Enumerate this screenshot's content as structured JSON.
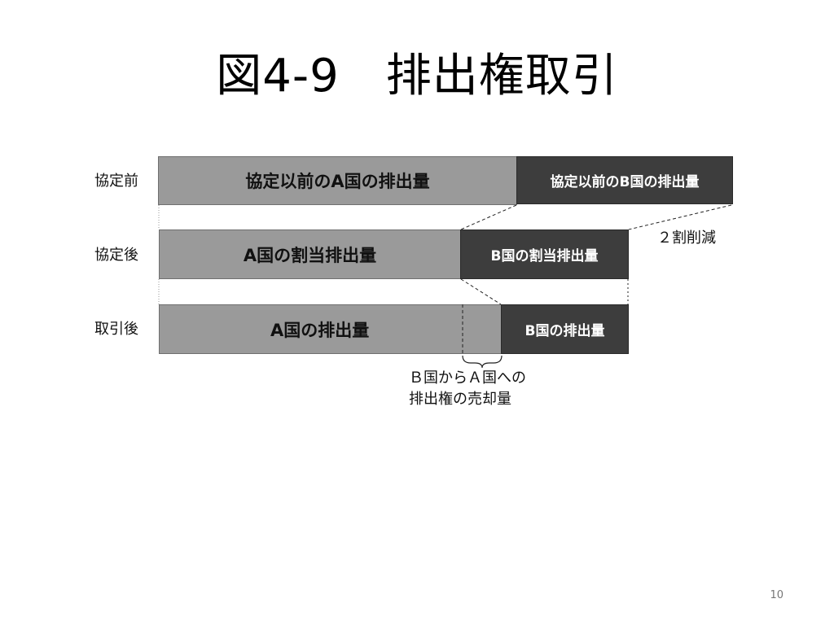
{
  "title": "図4-9　排出権取引",
  "rows": {
    "before": {
      "label": "協定前",
      "a_bar": "協定以前のA国の排出量",
      "b_bar": "協定以前のB国の排出量"
    },
    "after": {
      "label": "協定後",
      "a_bar": "A国の割当排出量",
      "b_bar": "B国の割当排出量"
    },
    "trade": {
      "label": "取引後",
      "a_bar": "A国の排出量",
      "b_bar": "B国の排出量"
    }
  },
  "annotations": {
    "reduction": "２割削減",
    "sale_line1": "Ｂ国からＡ国への",
    "sale_line2": "排出権の売却量"
  },
  "page_number": "10",
  "colors": {
    "country_a": "#9a9a9a",
    "country_b": "#3d3d3d"
  }
}
